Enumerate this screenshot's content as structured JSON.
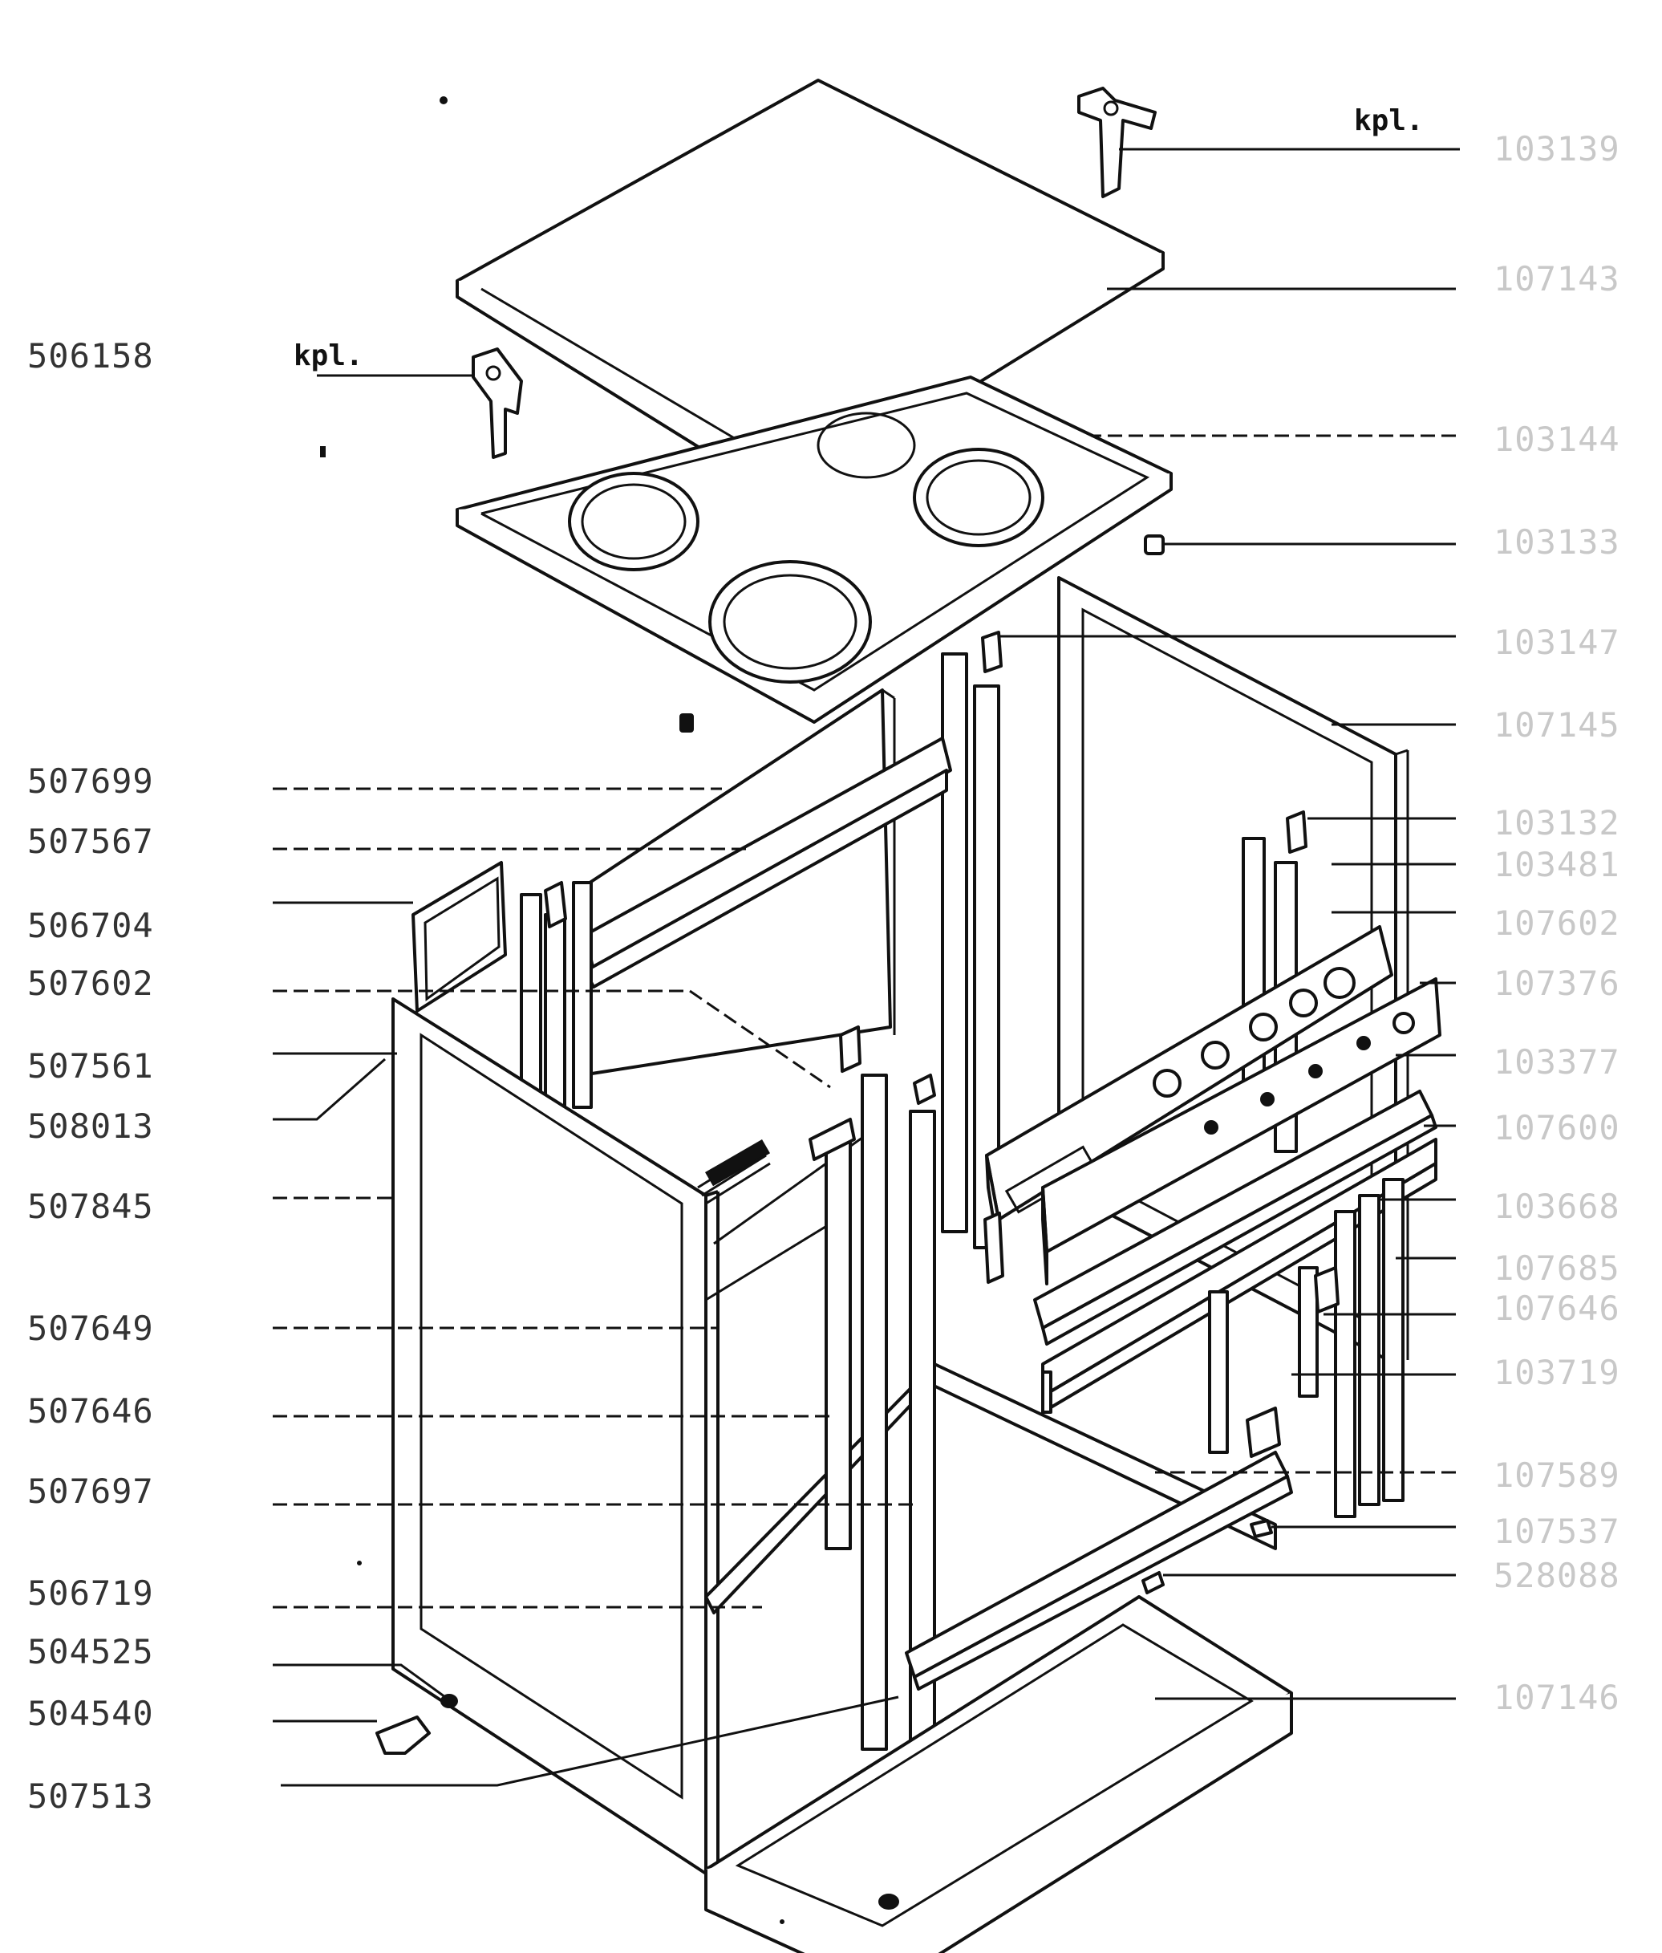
{
  "left_labels": [
    "506158",
    "507699",
    "507567",
    "506704",
    "507602",
    "507561",
    "508013",
    "507845",
    "507649",
    "507646",
    "507697",
    "506719",
    "504525",
    "504540",
    "507513"
  ],
  "right_labels": [
    "103139",
    "107143",
    "103144",
    "103133",
    "103147",
    "107145",
    "103132",
    "103481",
    "107602",
    "107376",
    "103377",
    "107600",
    "103668",
    "107685",
    "107646",
    "103719",
    "107589",
    "107537",
    "528088",
    "107146"
  ],
  "kpl_left": "kpl.",
  "kpl_right": "kpl."
}
